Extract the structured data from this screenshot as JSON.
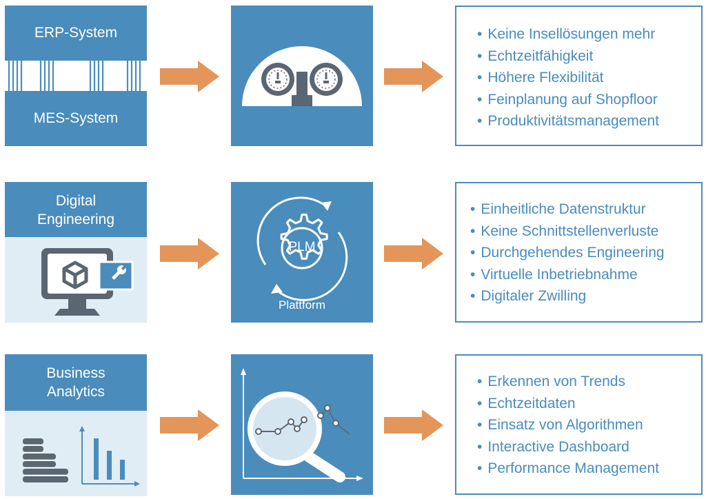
{
  "colors": {
    "primary_blue": "#4a8cbb",
    "light_blue": "#e1edf4",
    "arrow_orange": "#e4955a",
    "dark_gray": "#5a6672"
  },
  "rows": [
    {
      "left": {
        "top_label": "ERP-System",
        "bottom_label": "MES-System",
        "icon": "connection-lines"
      },
      "center": {
        "icon": "gauge-dashboard-icon",
        "label": ""
      },
      "benefits": [
        "Keine Insellösungen mehr",
        "Echtzeitfähigkeit",
        "Höhere Flexibilität",
        "Feinplanung auf Shopfloor",
        "Produktivitätsmanagement"
      ]
    },
    {
      "left": {
        "title": "Digital Engineering",
        "icon": "monitor-cube-wrench-icon"
      },
      "center": {
        "icon": "gear-cycle-icon",
        "inner_label": "PLM",
        "label": "Plattform"
      },
      "benefits": [
        "Einheitliche Datenstruktur",
        "Keine Schnittstellenverluste",
        "Durchgehendes Engineering",
        "Virtuelle Inbetriebnahme",
        "Digitaler Zwilling"
      ]
    },
    {
      "left": {
        "title": "Business Analytics",
        "icon": "coins-bar-chart-icon"
      },
      "center": {
        "icon": "magnifier-chart-icon",
        "label": ""
      },
      "benefits": [
        "Erkennen von Trends",
        "Echtzeitdaten",
        "Einsatz von Algorithmen",
        "Interactive Dashboard",
        "Performance Management"
      ]
    }
  ]
}
